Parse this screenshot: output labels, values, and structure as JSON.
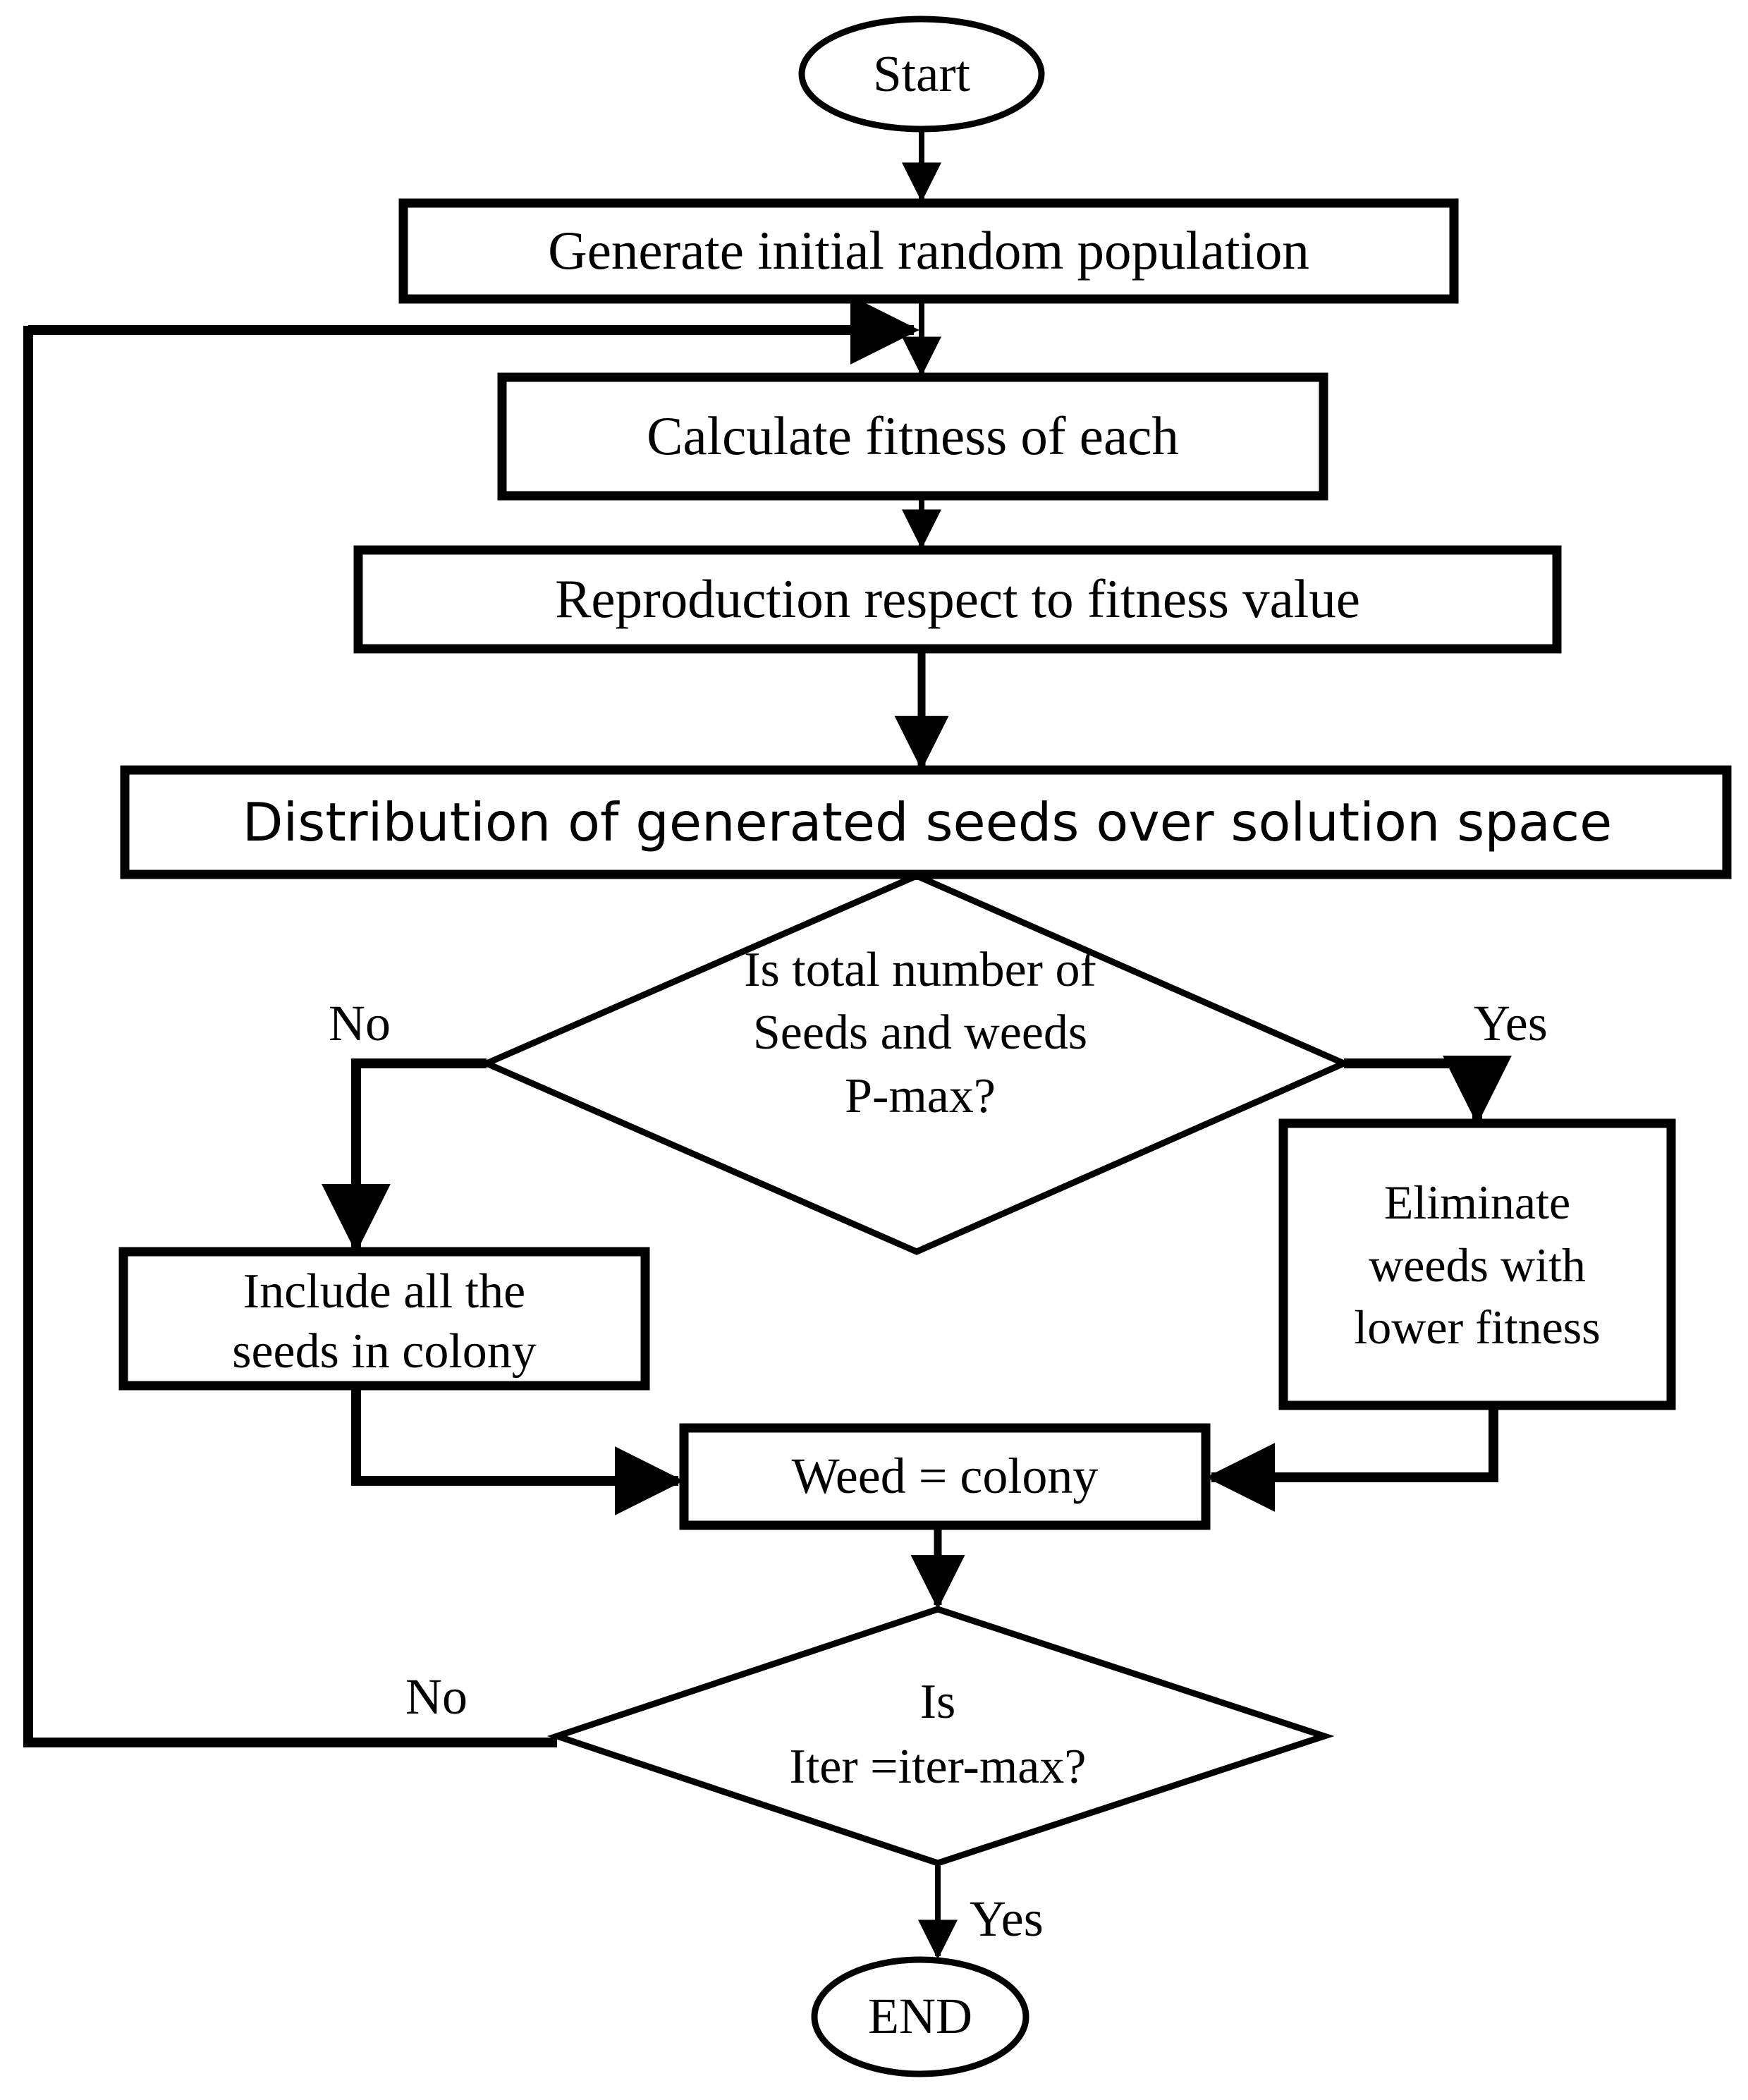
{
  "diagram": {
    "title": "Invasive Weed Optimization algorithm flowchart",
    "colors": {
      "stroke": "#000000",
      "fill": "#ffffff",
      "text": "#000000"
    },
    "nodes": {
      "start": {
        "shape": "ellipse",
        "label": "Start"
      },
      "generate_population": {
        "shape": "process",
        "label": "Generate initial random population"
      },
      "calculate_fitness": {
        "shape": "process",
        "label": "Calculate fitness of each"
      },
      "reproduction": {
        "shape": "process",
        "label": "Reproduction respect to fitness value"
      },
      "distribution": {
        "shape": "process",
        "label": "Distribution of generated seeds over solution space"
      },
      "decision_pmax": {
        "shape": "decision",
        "label": "Is total number of\nSeeds and weeds\nP-max?"
      },
      "include_seeds": {
        "shape": "process",
        "label": "Include all the\nseeds in colony"
      },
      "eliminate_weeds": {
        "shape": "process",
        "label": "Eliminate\nweeds with\nlower fitness"
      },
      "weed_equals_colony": {
        "shape": "process",
        "label": "Weed = colony"
      },
      "decision_iter": {
        "shape": "decision",
        "label": "Is\nIter =iter-max?"
      },
      "end": {
        "shape": "ellipse",
        "label": "END"
      }
    },
    "edge_labels": {
      "pmax_no": "No",
      "pmax_yes": "Yes",
      "iter_no": "No",
      "iter_yes": "Yes"
    }
  }
}
